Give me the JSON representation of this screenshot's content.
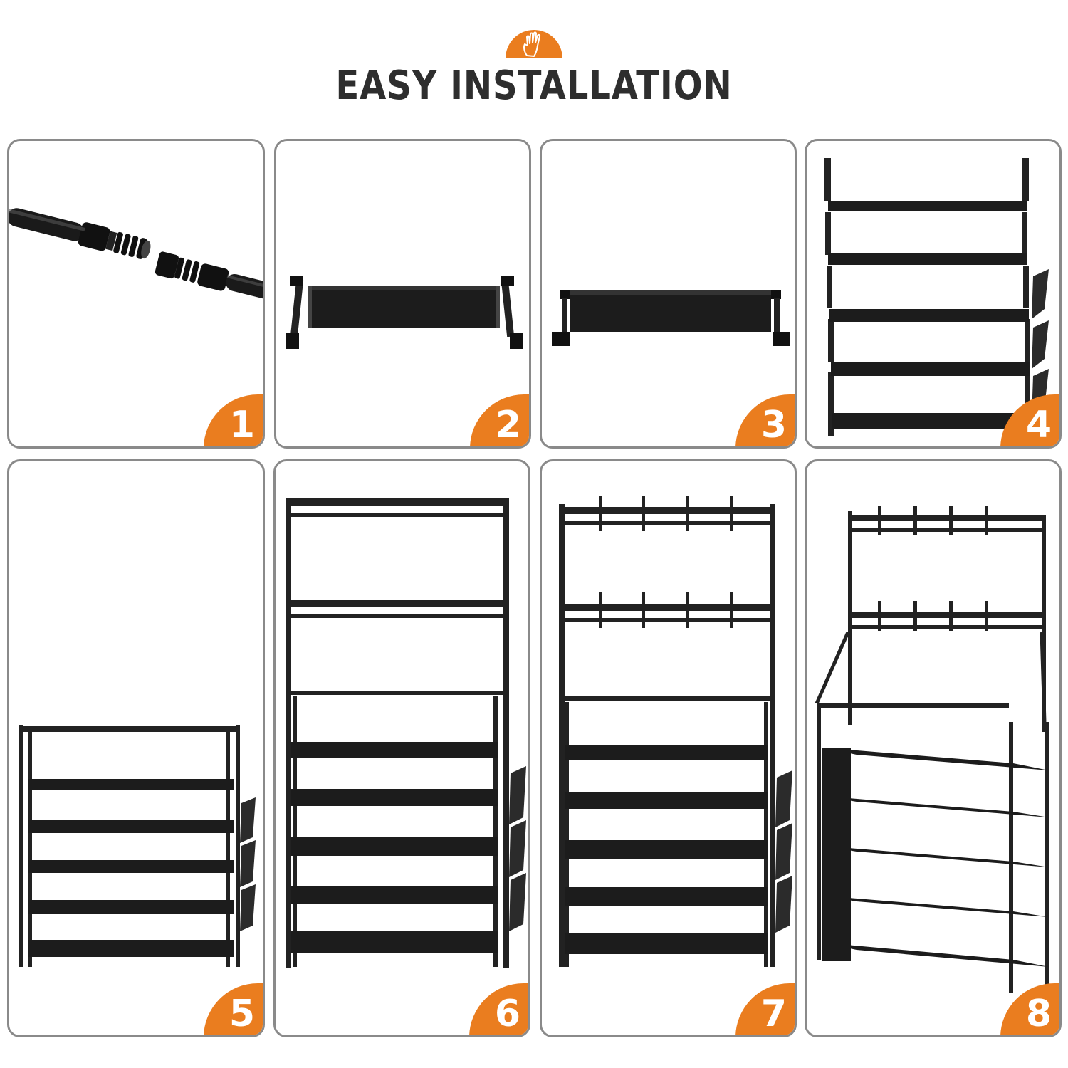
{
  "header": {
    "title": "EASY INSTALLATION",
    "badge_icon": "hand-icon",
    "accent_color": "#ea7d1f"
  },
  "steps": [
    {
      "number": "1"
    },
    {
      "number": "2"
    },
    {
      "number": "3"
    },
    {
      "number": "4"
    },
    {
      "number": "5"
    },
    {
      "number": "6"
    },
    {
      "number": "7"
    },
    {
      "number": "8"
    }
  ]
}
